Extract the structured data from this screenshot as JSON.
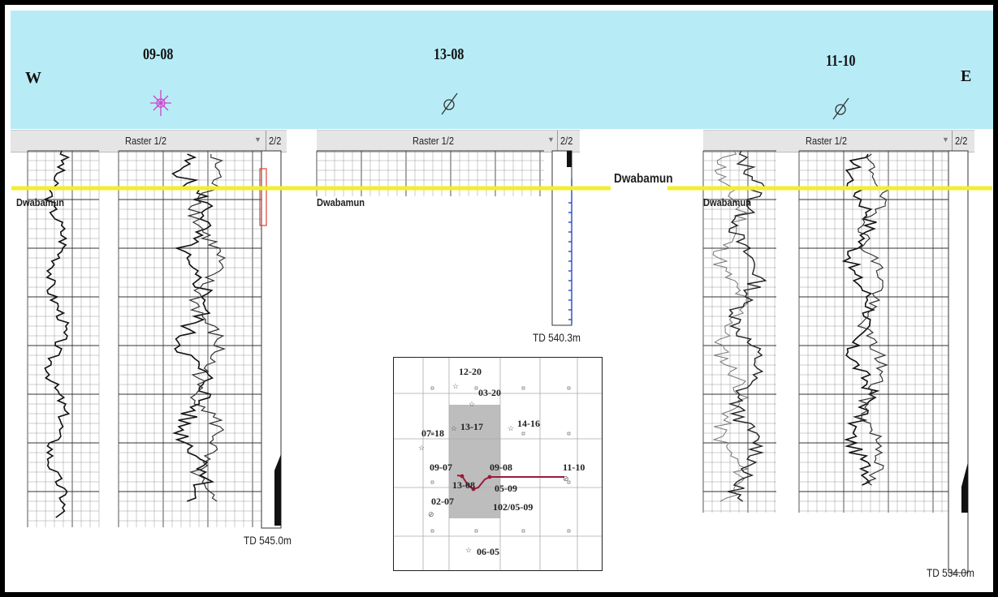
{
  "header": {
    "west_label": "W",
    "east_label": "E",
    "wells": [
      {
        "name": "09-08",
        "symbol": "gas-well-icon",
        "symbol_color": "#cc44cc"
      },
      {
        "name": "13-08",
        "symbol": "abandoned-well-icon"
      },
      {
        "name": "11-10",
        "symbol": "abandoned-well-icon"
      }
    ]
  },
  "tracks": [
    {
      "label": "Raster 1/2",
      "page": "2/2",
      "formation": "Dwabamun",
      "td": "TD  545.0m"
    },
    {
      "label": "Raster 1/2",
      "page": "2/2",
      "formation": "Dwabamun",
      "td": "TD  540.3m"
    },
    {
      "label": "Raster 1/2",
      "page": "2/2",
      "formation": "Dwabamun",
      "td": "TD  534.0m"
    }
  ],
  "correlation": {
    "label": "Dwabamun",
    "color": "#f2ee2e"
  },
  "inset_map": {
    "labels": [
      "12-20",
      "03-20",
      "13-17",
      "14-16",
      "07-18",
      "09-07",
      "09-08",
      "11-10",
      "13-08",
      "05-09",
      "02-07",
      "102/05-09",
      "06-05"
    ],
    "route_color": "#9b1b3a"
  }
}
